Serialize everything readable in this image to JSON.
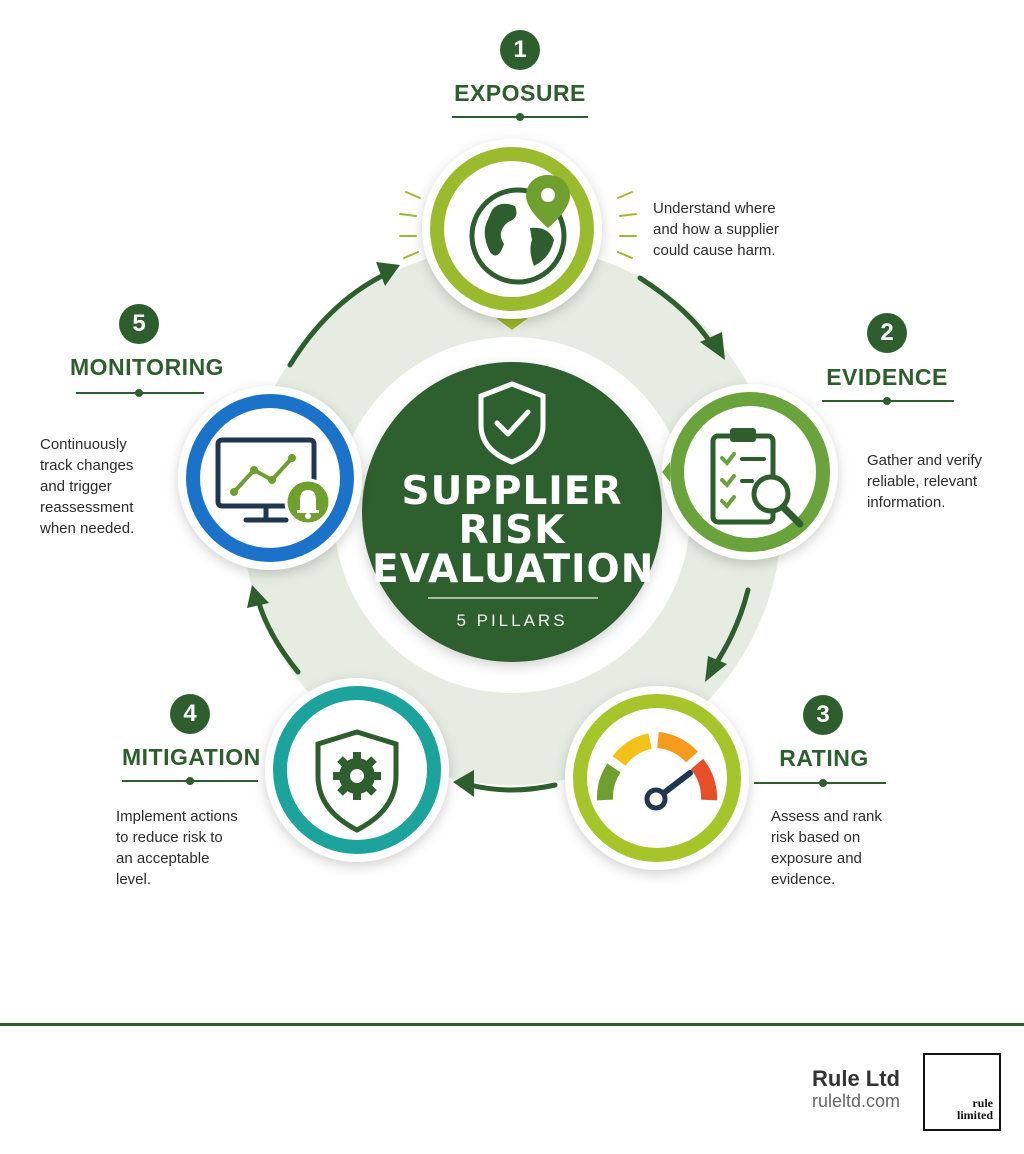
{
  "center": {
    "title_line1": "SUPPLIER",
    "title_line2": "RISK",
    "title_line3": "EVALUATION",
    "subtitle": "5 PILLARS"
  },
  "stages": [
    {
      "number": "1",
      "title": "EXPOSURE",
      "desc": [
        "Understand where",
        "and how a supplier",
        "could cause harm."
      ],
      "icon": "globe-location-icon",
      "color": "#9bbb2e"
    },
    {
      "number": "2",
      "title": "EVIDENCE",
      "desc": [
        "Gather and verify",
        "reliable, relevant",
        "information."
      ],
      "icon": "clipboard-magnifier-icon",
      "color": "#6aa33c"
    },
    {
      "number": "3",
      "title": "RATING",
      "desc": [
        "Assess and rank",
        "risk based on",
        "exposure and",
        "evidence."
      ],
      "icon": "gauge-icon",
      "color": "#a6c52b"
    },
    {
      "number": "4",
      "title": "MITIGATION",
      "desc": [
        "Implement actions",
        "to reduce risk to",
        "an acceptable",
        "level."
      ],
      "icon": "shield-gear-icon",
      "color": "#1ba39c"
    },
    {
      "number": "5",
      "title": "MONITORING",
      "desc": [
        "Continuously",
        "track changes",
        "and trigger",
        "reassessment",
        "when needed."
      ],
      "icon": "monitor-chart-bell-icon",
      "color": "#1a73c9"
    }
  ],
  "footer": {
    "brand_name": "Rule Ltd",
    "brand_url": "ruleltd.com",
    "logo_line1": "rule",
    "logo_line2": "limited"
  },
  "colors": {
    "primary_green": "#2e5e2e",
    "ring_light": "#e6ece2"
  }
}
